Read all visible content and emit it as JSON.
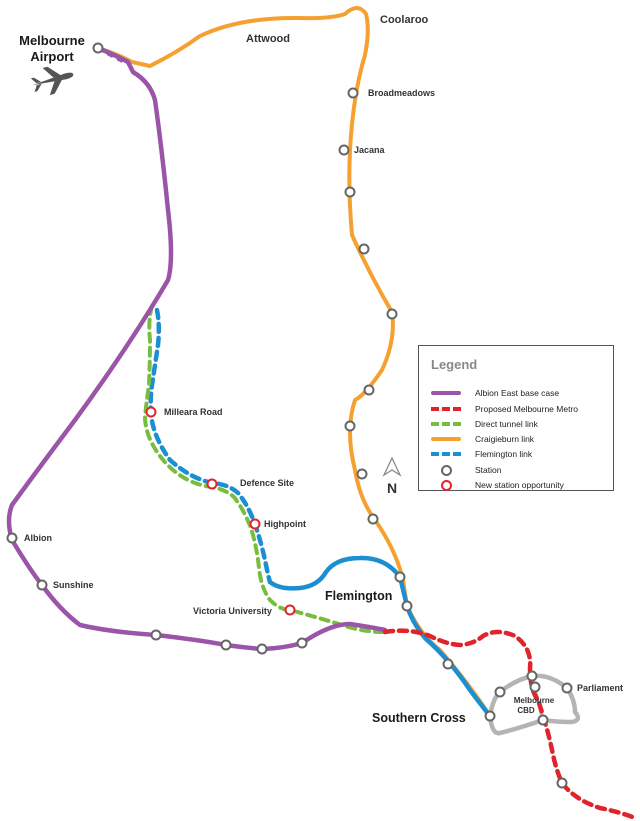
{
  "colors": {
    "albion_east": "#9b55a8",
    "metro": "#e0242c",
    "direct_tunnel": "#78bd3f",
    "craigieburn": "#f5a132",
    "flemington": "#1b8fd2",
    "cbd_loop": "#b4b4b4",
    "station_stroke": "#666666",
    "new_station_stroke": "#e0242c"
  },
  "labels": {
    "melbourne_airport": [
      "Melbourne",
      "Airport"
    ],
    "attwood": "Attwood",
    "coolaroo": "Coolaroo",
    "broadmeadows": "Broadmeadows",
    "jacana": "Jacana",
    "milleara_road": "Milleara Road",
    "defence_site": "Defence Site",
    "highpoint": "Highpoint",
    "albion": "Albion",
    "sunshine": "Sunshine",
    "victoria_university": "Victoria University",
    "flemington": "Flemington",
    "southern_cross": "Southern Cross",
    "melbourne_cbd": [
      "Melbourne",
      "CBD"
    ],
    "parliament": "Parliament",
    "north": "N"
  },
  "legend": {
    "title": "Legend",
    "items": [
      {
        "label": "Albion East base case",
        "style": "line",
        "color_key": "albion_east"
      },
      {
        "label": "Proposed Melbourne Metro",
        "style": "dash",
        "color_key": "metro"
      },
      {
        "label": "Direct tunnel link",
        "style": "dash",
        "color_key": "direct_tunnel"
      },
      {
        "label": "Craigieburn link",
        "style": "line",
        "color_key": "craigieburn"
      },
      {
        "label": "Flemington link",
        "style": "dash",
        "color_key": "flemington"
      },
      {
        "label": "Station",
        "style": "circle",
        "color_key": "station_stroke"
      },
      {
        "label": "New station opportunity",
        "style": "circle",
        "color_key": "new_station_stroke"
      }
    ]
  },
  "icons": {
    "airport": "airplane-icon",
    "north_arrow": "north-arrow-icon"
  }
}
